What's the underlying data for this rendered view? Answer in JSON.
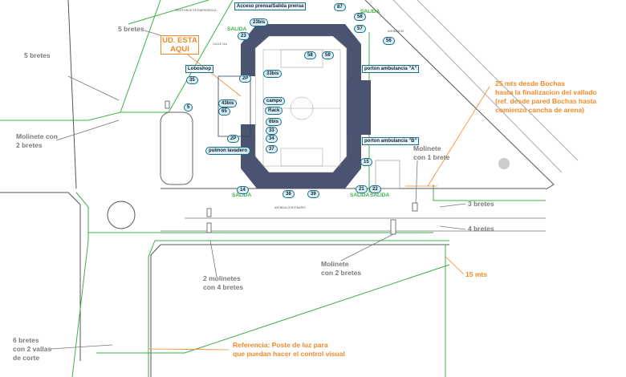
{
  "title_box": "UD. ESTA AQUI",
  "header_table_title": "TELEFONOS DE EMERGENCIA",
  "annotations": {
    "bretes5_top": "5 bretes",
    "bretes5_left": "5 bretes",
    "molinete_2_left": "Molinete con\n2 bretes",
    "bochas_note": "25 mts desde Bochas\nhasta la finalizacion del vallado\n(ref. desde pared Bochas hasta\ncomienzo cancha de arena)",
    "molinete_1": "Molinete\ncon 1 brete",
    "bretes3": "3 bretes",
    "bretes4": "4 bretes",
    "mts15": "15 mts",
    "molinete_2_bottom": "Molinete\ncon 2 bretes",
    "molinetes_2": "2 molinetes\ncon 4 bretes",
    "bretes6": "6 bretes\ncon 2 vallas\nde corte",
    "referencia": "Referencia: Poste de luz para\nque puedan hacer el control visual"
  },
  "boxes": {
    "prensa": "Acceso prensa/Salida prensa",
    "loboshop": "Loboshop",
    "ambulancia_a": "porton ambulancia \"A\"",
    "ambulancia_b": "porton ambulancia \"B\"",
    "pulmon": "pulmon lavadero",
    "campo": "campo",
    "rack": "Rack"
  },
  "salida": "SALIDA",
  "bubbles": [
    "87",
    "58",
    "57",
    "56",
    "23bis",
    "23",
    "58",
    "59",
    "33bis",
    "35",
    "5",
    "43bis",
    "65",
    "2P",
    "6bis",
    "33",
    "34",
    "37",
    "2P",
    "15",
    "14",
    "38",
    "39",
    "21",
    "22"
  ],
  "streets": {
    "avenida": "AVENIDA CENTENARIO",
    "calle": "CALLE 116",
    "avenida_ne": "AVENIDA 60"
  },
  "colors": {
    "orange": "#f08a2a",
    "green": "#3cb043",
    "teal": "#1a6f86",
    "stands": "#4a5470"
  }
}
